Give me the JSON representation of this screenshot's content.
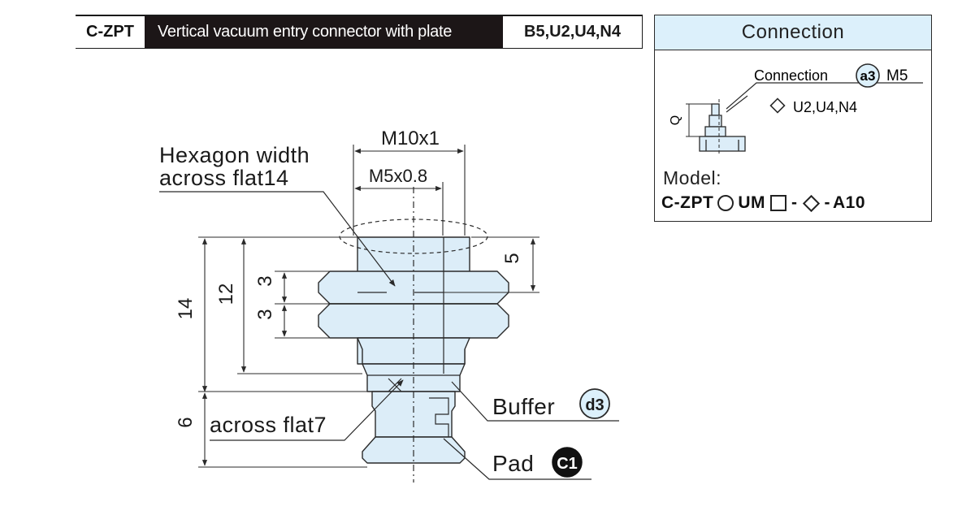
{
  "header": {
    "code": "C-ZPT",
    "title": "Vertical vacuum entry connector with plate",
    "options": "B5,U2,U4,N4"
  },
  "connection_panel": {
    "title": "Connection",
    "connection_label": "Connection",
    "connection_badge": "a3",
    "connection_thread": "M5",
    "variants": "U2,U4,N4",
    "dim_q": "Q",
    "model_label": "Model:",
    "model_prefix": "C-ZPT",
    "model_um": "UM",
    "model_dash1": "-",
    "model_dash2": "-",
    "model_suffix": "A10"
  },
  "drawing": {
    "thread_outer": "M10x1",
    "thread_inner": "M5x0.8",
    "hex_label_line1": "Hexagon width",
    "hex_label_line2": "across flat14",
    "across_flat_small": "across flat7",
    "dim_14": "14",
    "dim_12": "12",
    "dim_3a": "3",
    "dim_3b": "3",
    "dim_5": "5",
    "dim_6": "6",
    "buffer_label": "Buffer",
    "buffer_badge": "d3",
    "pad_label": "Pad",
    "pad_badge": "C1"
  },
  "colors": {
    "part_fill": "#dcedf8",
    "outline": "#2a2a2a",
    "title_bg": "#1c1617",
    "panel_header_bg": "#dcf0fb"
  }
}
